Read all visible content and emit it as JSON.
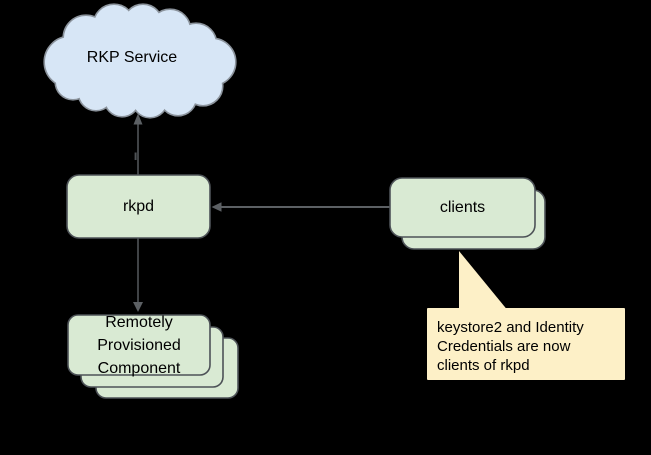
{
  "diagram": {
    "nodes": {
      "rkp_service": {
        "label": "RKP Service",
        "shape": "cloud"
      },
      "rkpd": {
        "label": "rkpd",
        "shape": "rounded-box"
      },
      "clients": {
        "label": "clients",
        "shape": "rounded-box-stack",
        "stack_count": 2
      },
      "remotely_provisioned_component": {
        "label": "Remotely Provisioned Component",
        "lines": [
          "Remotely",
          "Provisioned",
          "Component"
        ],
        "shape": "rounded-box-stack",
        "stack_count": 3
      }
    },
    "callout": {
      "text": "keystore2 and Identity Credentials are now clients of rkpd",
      "lines": [
        "keystore2 and Identity",
        "Credentials are now",
        "clients of rkpd"
      ],
      "points_to": "clients"
    },
    "edges": [
      {
        "from": "rkpd",
        "to": "rkp_service",
        "arrowhead": "at rkp_service"
      },
      {
        "from": "clients",
        "to": "rkpd",
        "arrowhead": "at rkpd"
      },
      {
        "from": "rkpd",
        "to": "remotely_provisioned_component",
        "arrowhead": "at remotely_provisioned_component"
      }
    ]
  },
  "colors": {
    "background": "#000000",
    "cloud_fill": "#d7e6f6",
    "cloud_border": "#8b939c",
    "box_fill": "#d9ead3",
    "box_border": "#4d5257",
    "callout_fill": "#fdf0c7",
    "arrow": "#5c6064",
    "text": "#000000"
  }
}
